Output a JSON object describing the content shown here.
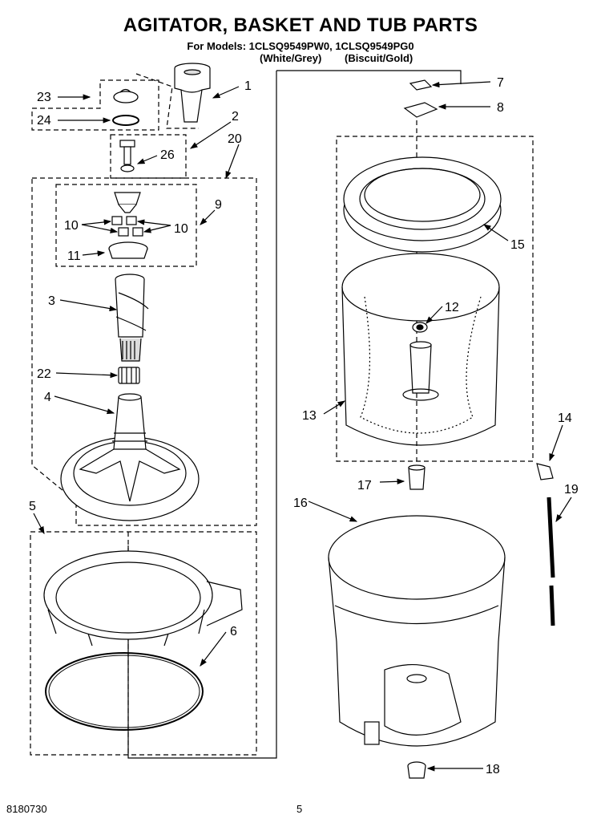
{
  "header": {
    "title": "AGITATOR, BASKET AND TUB PARTS",
    "models_line": "For Models: 1CLSQ9549PW0, 1CLSQ9549PG0",
    "variant_1": "(White/Grey)",
    "variant_2": "(Biscuit/Gold)"
  },
  "callouts": {
    "c1": "1",
    "c2": "2",
    "c3": "3",
    "c4": "4",
    "c5": "5",
    "c6": "6",
    "c7": "7",
    "c8": "8",
    "c9": "9",
    "c10a": "10",
    "c10b": "10",
    "c11": "11",
    "c12": "12",
    "c13": "13",
    "c14": "14",
    "c15": "15",
    "c16": "16",
    "c17": "17",
    "c18": "18",
    "c19": "19",
    "c20": "20",
    "c22": "22",
    "c23": "23",
    "c24": "24",
    "c26": "26"
  },
  "footer": {
    "doc_number": "8180730",
    "page_number": "5"
  }
}
